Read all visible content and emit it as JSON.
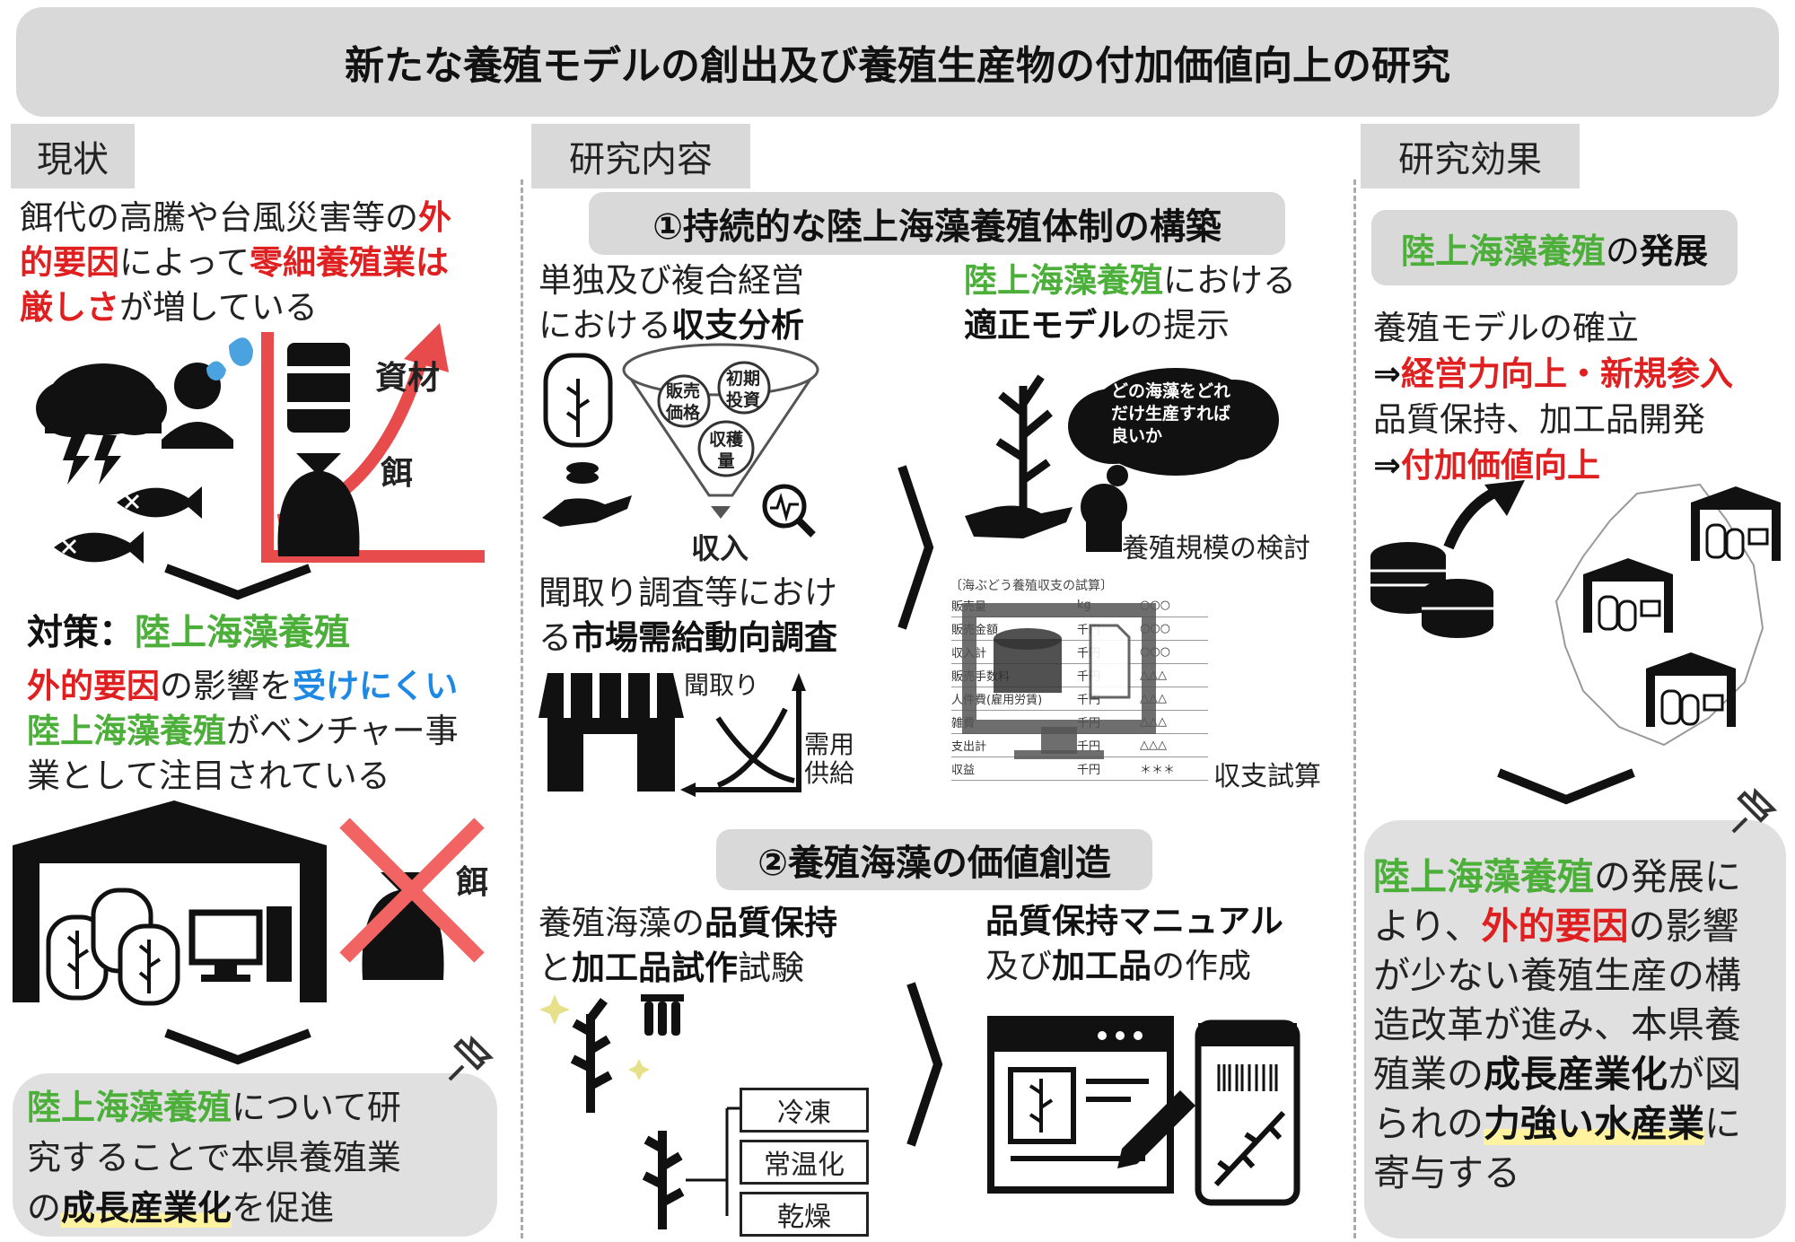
{
  "title": "新たな養殖モデルの創出及び養殖生産物の付加価値向上の研究",
  "sections": {
    "current": "現状",
    "research": "研究内容",
    "effect": "研究効果"
  },
  "current": {
    "intro": [
      "餌代の高騰や台風災害等の",
      "外",
      "的要因",
      "によって",
      "零細養殖業は",
      "厳しさ",
      "が増している"
    ],
    "label_materials": "資材",
    "label_feed": "餌",
    "measure_prefix": "対策：",
    "measure": "陸上海藻養殖",
    "p2": [
      "外的要因",
      "の影響を",
      "受けにくい",
      "陸上海藻養殖",
      "がベンチャー事",
      "業として注目されている"
    ],
    "label_feed2": "餌",
    "bottom": [
      "陸上海藻養殖",
      "について研",
      "究することで本県養殖業",
      "の",
      "成長産業化",
      "を促進"
    ]
  },
  "research": {
    "h1": "①持続的な陸上海藻養殖体制の構築",
    "a1": [
      "単独及び複合経営",
      "における",
      "収支分析"
    ],
    "funnel": [
      "販売",
      "価格",
      "初期",
      "投資",
      "収穫",
      "量"
    ],
    "income": "収入",
    "a2": [
      "聞取り調査等におけ",
      "る",
      "市場需給動向調査"
    ],
    "label_hearing": "聞取り",
    "label_demand": "需用",
    "label_supply": "供給",
    "b1": [
      "陸上海藻養殖",
      "における",
      "適正モデル",
      "の提示"
    ],
    "cloud": [
      "どの海藻をどれ",
      "だけ生産すれば",
      "良いか"
    ],
    "label_scale": "養殖規模の検討",
    "table_title": "〔海ぶどう養殖収支の試算〕",
    "table_rows": [
      [
        "販売量",
        "kg",
        "○○○"
      ],
      [
        "販売金額",
        "千円",
        "○○○"
      ],
      [
        "収入計",
        "千円",
        "○○○"
      ],
      [
        "販売手数料",
        "千円",
        "△△△"
      ],
      [
        "人件費(雇用労賃)",
        "千円",
        "△△△"
      ],
      [
        "雑費",
        "千円",
        "△△△"
      ],
      [
        "支出計",
        "千円",
        "△△△"
      ],
      [
        "収益",
        "千円",
        "＊＊＊"
      ]
    ],
    "label_trial": "収支試算",
    "h2": "②養殖海藻の価値創造",
    "c1": [
      "養殖海藻の",
      "品質保持",
      "と",
      "加工品試作",
      "試験"
    ],
    "options": [
      "冷凍",
      "常温化",
      "乾燥"
    ],
    "d1": [
      "品質保持マニュアル",
      "及び",
      "加工品",
      "の作成"
    ]
  },
  "effect": {
    "pill": [
      "陸上海藻養殖",
      "の",
      "発展"
    ],
    "lines": [
      "養殖モデルの確立",
      "⇒",
      "経営力向上・新規参入",
      "品質保持、加工品開発",
      "⇒",
      "付加価値向上"
    ],
    "bottom": [
      "陸上海藻養殖",
      "の発展に",
      "より、",
      "外的要因",
      "の影響",
      "が少ない養殖生産の構",
      "造改革が進み、本県養",
      "殖業の",
      "成長産業化",
      "が図",
      "られの",
      "力強い水産業",
      "に",
      "寄与する"
    ]
  },
  "colors": {
    "red": "#e02020",
    "green": "#4caf3a",
    "blue": "#1e88e5",
    "gray": "#d9d9d9"
  }
}
